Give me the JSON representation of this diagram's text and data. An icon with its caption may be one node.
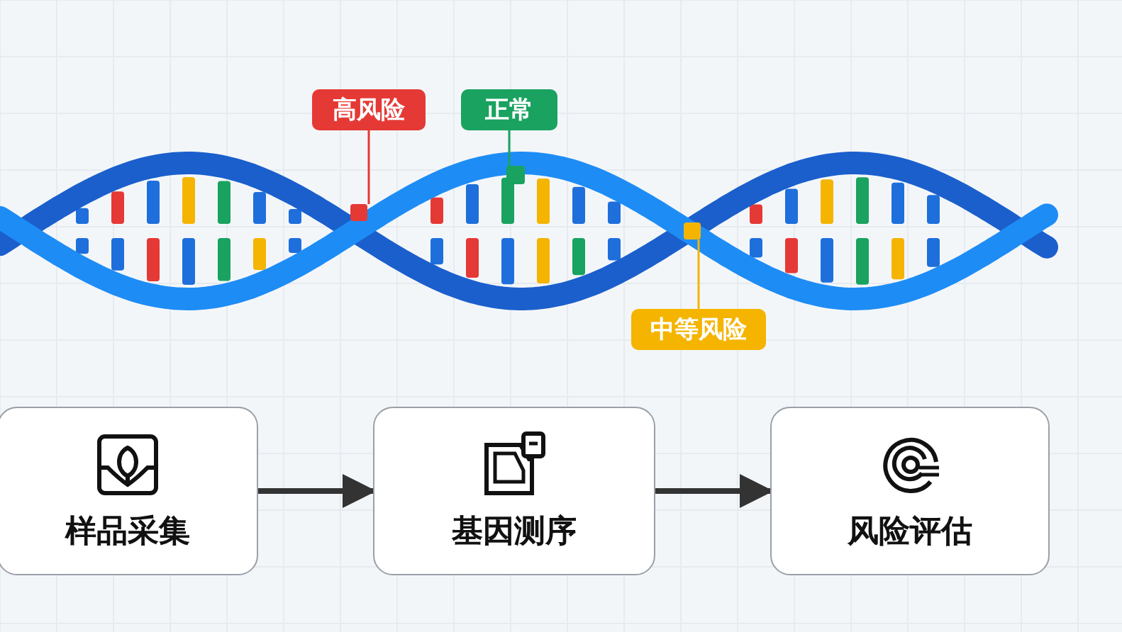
{
  "diagram": {
    "nodes": [
      {
        "text": [
          "高风险"
        ]
      },
      {
        "text": [
          "正常"
        ]
      },
      {
        "text": [
          "中等风险"
        ]
      },
      {
        "text": [],
        "shape": "box"
      },
      {
        "text": [],
        "shape": "box"
      },
      {
        "text": [],
        "shape": "box"
      },
      {
        "text": [
          "样品采集"
        ]
      },
      {
        "text": [
          "基因测序"
        ]
      },
      {
        "text": [
          "风险评估"
        ]
      }
    ],
    "edges": [
      {
        "from": 0,
        "to": 3,
        "arrow": "none",
        "color": "#e53935"
      },
      {
        "from": 1,
        "to": 4,
        "arrow": "none",
        "color": "#1aa260"
      },
      {
        "from": 2,
        "to": 5,
        "arrow": "none",
        "color": "#f4b400"
      },
      {
        "from": 6,
        "to": 7,
        "arrow": "to",
        "style": "thick"
      },
      {
        "from": 7,
        "to": 8,
        "arrow": "to",
        "style": "thick"
      }
    ]
  }
}
